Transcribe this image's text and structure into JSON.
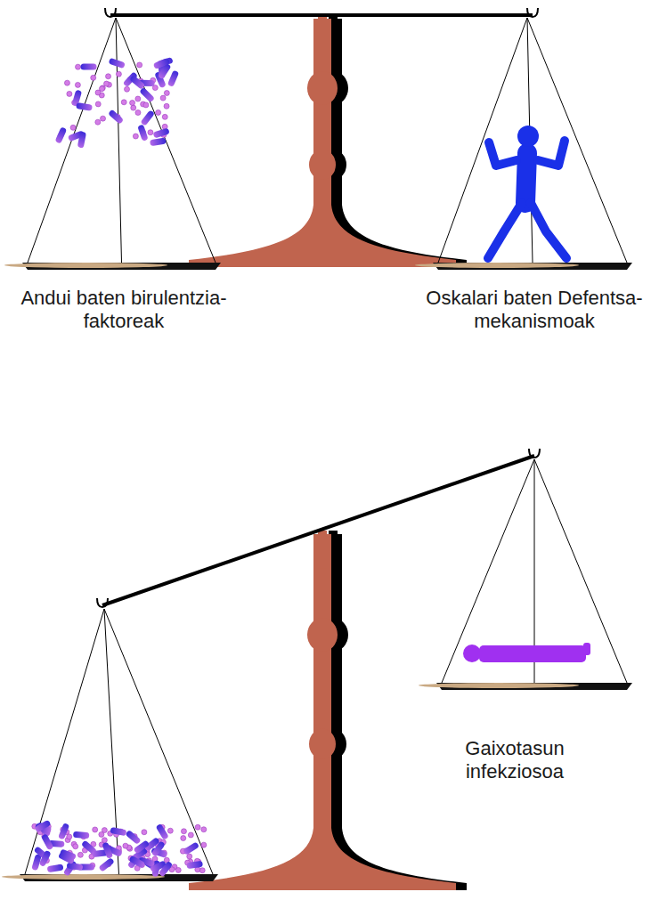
{
  "diagram": {
    "labels": [
      "Andui baten birulentzia-faktoreak",
      "Oskalari baten Defentsa-mekanismoak",
      "Gaixotasun infekziosoa"
    ]
  }
}
